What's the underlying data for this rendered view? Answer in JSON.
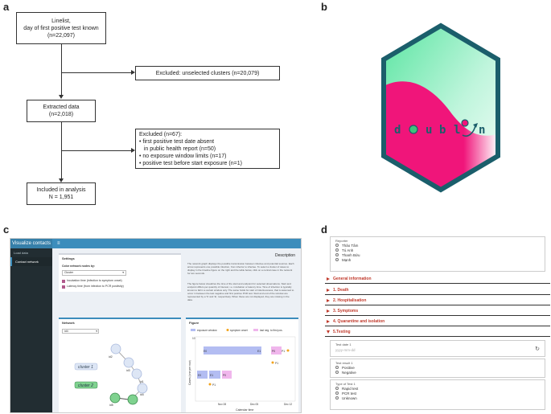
{
  "labels": {
    "a": "a",
    "b": "b",
    "c": "c",
    "d": "d"
  },
  "flowchart": {
    "box1": [
      "Linelist,",
      "day of first positive test known",
      "(n=22,097)"
    ],
    "excluded1": "Excluded: unselected clusters (n=20,079)",
    "box2": [
      "Extracted data",
      "(n=2,018)"
    ],
    "excluded2": {
      "title": "Excluded (n=67):",
      "items": [
        "• first positive test date absent",
        "   in public health report (n=50)",
        "• no exposure window limits (n=17)",
        "• positive test before start exposure (n=1)"
      ]
    },
    "box3": [
      "Included in analysis",
      "N = 1,951"
    ]
  },
  "logo": {
    "letters": [
      "d",
      "u",
      "b",
      "l",
      "n"
    ],
    "colors": {
      "green": "#6ee7a8",
      "pink": "#f0157a",
      "teal": "#1b5e6b",
      "bg": "#ffffff"
    }
  },
  "app": {
    "title": "Visualize contacts",
    "menu_icon": "≡",
    "sidebar": [
      "Load data",
      "Contact network"
    ],
    "settings": {
      "title": "Settings",
      "select_label": "Color network nodes by:",
      "select_value": "Cluster",
      "check1": "Incubation time (infection to symptom onset)",
      "check2": "Latency time (from infection to PCR positivity)"
    },
    "description": {
      "title": "Description",
      "p1": "The network graph displays the possible transmission between infectee and potential sources. Each arrow represents one possible infection, from infector to infectee. To select a cluster of cases to display in the timeline figure on the right and the table below, click on a central case in the network for two seconds.",
      "p2": "The figure below visualizes the time of the start and endpoint for selected observations. Start and endpoint differs per quantity of interest, i.e. incubation or latency time. Time of infection is typically known to fall in a certain window only. The same holds for start of infectiousness, that is assumed to occur in between the last negative and first positive PCR test. Start and end of the window are represented by a 'S' and 'E', respectively. When these are not displayed, they are missing in the data."
    },
    "network": {
      "title": "Network",
      "select": "id4",
      "nodes": [
        "id2",
        "id3",
        "id1",
        "id4",
        "id5"
      ],
      "clusters": [
        "cluster 1",
        "cluster 2"
      ]
    },
    "figure": {
      "title": "Figure",
      "legend": [
        "exposure window",
        "symptom onset",
        "last neg. to first pos."
      ],
      "ylabel": "Cases (one per row)",
      "xlabel": "Calendar time",
      "xticks": [
        "Nov 28",
        "Dec 05",
        "Dec 12"
      ],
      "ytick": "10",
      "bar_labels": [
        "E0",
        "E1",
        "P0",
        "E0",
        "E1",
        "P0",
        "P1"
      ],
      "point_labels": [
        "P1",
        "P1"
      ]
    }
  },
  "form": {
    "reporter_label": "Reporter",
    "reporters": [
      "Thảo Tâm",
      "Tú Anh",
      "Thanh Bửu",
      "Mạnh"
    ],
    "sections": [
      "General information",
      "1. Death",
      "2. Hospitalisation",
      "3. Symptoms",
      "4. Quarantine and isolation",
      "5.Testing"
    ],
    "test_date_label": "Test date 1",
    "test_date_placeholder": "yyyy-mm-dd",
    "test_result_label": "Test result 1",
    "test_results": [
      "Positive",
      "Negative"
    ],
    "test_type_label": "Type of Test 1",
    "test_types": [
      "Rapid test",
      "PCR test",
      "Unknown"
    ],
    "refresh_icon": "↻"
  }
}
